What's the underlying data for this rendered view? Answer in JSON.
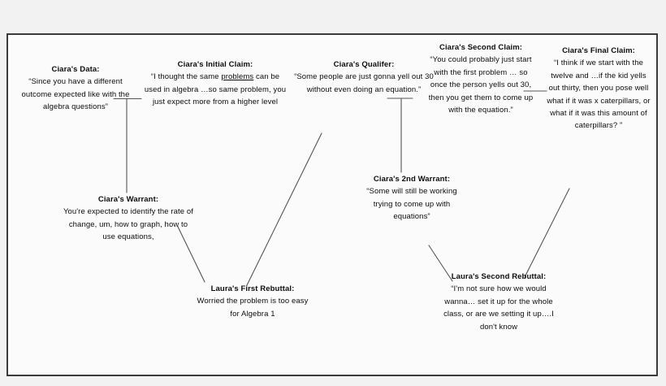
{
  "diagram": {
    "title": "Argumentation map of Ciara's and Laura's claims",
    "background_color": "#f2f2f2",
    "panel_color": "#fbfbfb",
    "border_color": "#3b3b3b",
    "line_color": "#555555",
    "text_color": "#0d0d0d",
    "nodes": [
      {
        "id": "ciaras-data",
        "heading": "Ciara's Data:",
        "body": "“Since you have a different outcome expected like with the algebra questions”"
      },
      {
        "id": "ciaras-initial-claim",
        "heading": "Ciara's Initial Claim:",
        "body_pre": "“I thought the same ",
        "body_underlined": "problems",
        "body_post": " can be used in algebra …so same problem, you just expect more from a higher level"
      },
      {
        "id": "ciaras-qualifer",
        "heading": "Ciara's Qualifer:",
        "body": "“Some people are just gonna yell out 30 without even doing an equation.”"
      },
      {
        "id": "ciaras-second-claim",
        "heading": "Ciara's Second Claim:",
        "body": "“You could probably just start with the first problem … so once the person yells out 30, then you get them to come up with the equation.”"
      },
      {
        "id": "ciaras-final-claim",
        "heading": "Ciara's Final Claim:",
        "body": "“I think if we start with the twelve and …if the kid yells out thirty, then you pose well what if it was x caterpillars, or what if it was this amount of caterpillars? ”"
      },
      {
        "id": "ciaras-warrant",
        "heading": "Ciara's Warrant:",
        "body": "You're expected to identify the rate of change, um, how to graph, how to use equations,"
      },
      {
        "id": "ciaras-2nd-warrant",
        "heading": "Ciara's 2nd Warrant:",
        "body": "“Some will still be working trying to come up with equations”"
      },
      {
        "id": "lauras-first-rebuttal",
        "heading": "Laura's First Rebuttal:",
        "body": "Worried the problem is too easy for Algebra 1"
      },
      {
        "id": "lauras-second-rebuttal",
        "heading": "Laura's Second Rebuttal:",
        "body": "“I'm not sure how we would wanna… set it up for the whole class, or are we setting it up….I don't know"
      }
    ]
  }
}
